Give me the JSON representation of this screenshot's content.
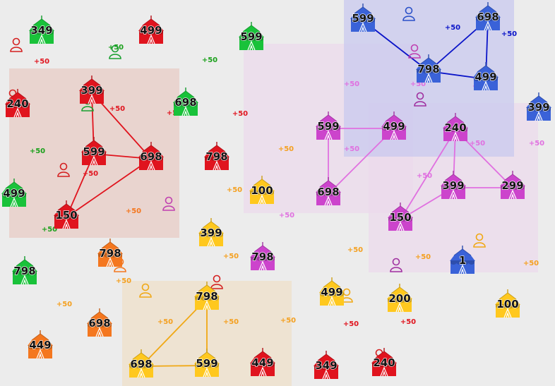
{
  "colors": {
    "red": "#e0141e",
    "green": "#19c23a",
    "blue": "#3a62d8",
    "purple": "#cc44cc",
    "yellow": "#ffc81e",
    "orange": "#f4771f",
    "board": "#ececec"
  },
  "zones": [
    {
      "id": "red-zone",
      "fill": "#e8c8c0",
      "opacity": 0.65
    },
    {
      "id": "purple-zone-a",
      "fill": "#ecd8ec",
      "opacity": 0.65
    },
    {
      "id": "purple-zone-b",
      "fill": "#ecd8ec",
      "opacity": 0.65
    },
    {
      "id": "blue-zone",
      "fill": "#c8c8f0",
      "opacity": 0.7
    },
    {
      "id": "yellow-zone",
      "fill": "#f0e0c8",
      "opacity": 0.7
    }
  ],
  "tents": [
    {
      "id": "t01",
      "color": "green",
      "value": "349"
    },
    {
      "id": "t02",
      "color": "red",
      "value": "499"
    },
    {
      "id": "t03",
      "color": "green",
      "value": "599"
    },
    {
      "id": "t04",
      "color": "blue",
      "value": "599"
    },
    {
      "id": "t05",
      "color": "blue",
      "value": "698"
    },
    {
      "id": "t06",
      "color": "blue",
      "value": "798"
    },
    {
      "id": "t07",
      "color": "blue",
      "value": "499"
    },
    {
      "id": "t08",
      "color": "red",
      "value": "399"
    },
    {
      "id": "t09",
      "color": "red",
      "value": "240"
    },
    {
      "id": "t10",
      "color": "green",
      "value": "698"
    },
    {
      "id": "t11",
      "color": "purple",
      "value": "599"
    },
    {
      "id": "t12",
      "color": "purple",
      "value": "499"
    },
    {
      "id": "t13",
      "color": "purple",
      "value": "240"
    },
    {
      "id": "t14",
      "color": "blue",
      "value": "399"
    },
    {
      "id": "t15",
      "color": "red",
      "value": "599"
    },
    {
      "id": "t16",
      "color": "red",
      "value": "698"
    },
    {
      "id": "t17",
      "color": "red",
      "value": "798"
    },
    {
      "id": "t18",
      "color": "yellow",
      "value": "100"
    },
    {
      "id": "t19",
      "color": "purple",
      "value": "698"
    },
    {
      "id": "t20",
      "color": "purple",
      "value": "399"
    },
    {
      "id": "t21",
      "color": "purple",
      "value": "299"
    },
    {
      "id": "t22",
      "color": "green",
      "value": "499"
    },
    {
      "id": "t23",
      "color": "red",
      "value": "150"
    },
    {
      "id": "t24",
      "color": "purple",
      "value": "150"
    },
    {
      "id": "t25",
      "color": "yellow",
      "value": "399"
    },
    {
      "id": "t26",
      "color": "orange",
      "value": "798"
    },
    {
      "id": "t27",
      "color": "purple",
      "value": "798"
    },
    {
      "id": "t28",
      "color": "blue",
      "value": "1"
    },
    {
      "id": "t29",
      "color": "green",
      "value": "798"
    },
    {
      "id": "t30",
      "color": "yellow",
      "value": "798"
    },
    {
      "id": "t31",
      "color": "yellow",
      "value": "499"
    },
    {
      "id": "t32",
      "color": "yellow",
      "value": "200"
    },
    {
      "id": "t33",
      "color": "yellow",
      "value": "100"
    },
    {
      "id": "t34",
      "color": "orange",
      "value": "698"
    },
    {
      "id": "t35",
      "color": "orange",
      "value": "449"
    },
    {
      "id": "t36",
      "color": "yellow",
      "value": "698"
    },
    {
      "id": "t37",
      "color": "yellow",
      "value": "599"
    },
    {
      "id": "t38",
      "color": "red",
      "value": "449"
    },
    {
      "id": "t39",
      "color": "red",
      "value": "349"
    },
    {
      "id": "t40",
      "color": "red",
      "value": "240"
    }
  ],
  "links": [
    {
      "from": "t08",
      "to": "t15",
      "color": "#e0141e"
    },
    {
      "from": "t08",
      "to": "t16",
      "color": "#e0141e"
    },
    {
      "from": "t15",
      "to": "t16",
      "color": "#e0141e"
    },
    {
      "from": "t15",
      "to": "t23",
      "color": "#e0141e"
    },
    {
      "from": "t16",
      "to": "t23",
      "color": "#e0141e"
    },
    {
      "from": "t04",
      "to": "t06",
      "color": "#0a14c8"
    },
    {
      "from": "t06",
      "to": "t05",
      "color": "#0a14c8"
    },
    {
      "from": "t06",
      "to": "t07",
      "color": "#0a14c8"
    },
    {
      "from": "t05",
      "to": "t07",
      "color": "#0a14c8"
    },
    {
      "from": "t11",
      "to": "t12",
      "color": "#e070e0"
    },
    {
      "from": "t11",
      "to": "t19",
      "color": "#e070e0"
    },
    {
      "from": "t12",
      "to": "t19",
      "color": "#e070e0"
    },
    {
      "from": "t13",
      "to": "t20",
      "color": "#e070e0"
    },
    {
      "from": "t13",
      "to": "t21",
      "color": "#e070e0"
    },
    {
      "from": "t13",
      "to": "t24",
      "color": "#e070e0"
    },
    {
      "from": "t20",
      "to": "t21",
      "color": "#e070e0"
    },
    {
      "from": "t20",
      "to": "t24",
      "color": "#e070e0"
    },
    {
      "from": "t30",
      "to": "t36",
      "color": "#f0a814"
    },
    {
      "from": "t30",
      "to": "t37",
      "color": "#f0a814"
    },
    {
      "from": "t36",
      "to": "t37",
      "color": "#f0a814"
    }
  ],
  "people": [
    {
      "id": "p01",
      "color": "#d42020"
    },
    {
      "id": "p02",
      "color": "#19a030"
    },
    {
      "id": "p03",
      "color": "#2a50c8"
    },
    {
      "id": "p04",
      "color": "#c040b0"
    },
    {
      "id": "p05",
      "color": "#d42020"
    },
    {
      "id": "p06",
      "color": "#19a030"
    },
    {
      "id": "p07",
      "color": "#d42020"
    },
    {
      "id": "p08",
      "color": "#a030a0"
    },
    {
      "id": "p09",
      "color": "#c040b0"
    },
    {
      "id": "p10",
      "color": "#f0a814"
    },
    {
      "id": "p11",
      "color": "#a030a0"
    },
    {
      "id": "p12",
      "color": "#f4771f"
    },
    {
      "id": "p13",
      "color": "#f0a814"
    },
    {
      "id": "p14",
      "color": "#d42020"
    },
    {
      "id": "p15",
      "color": "#f0a814"
    },
    {
      "id": "p16",
      "color": "#d42020"
    }
  ],
  "bonuses": [
    {
      "text": "+50",
      "color": "#e0141e"
    },
    {
      "text": "+50",
      "color": "#1aa01a"
    },
    {
      "text": "+50",
      "color": "#e0141e"
    },
    {
      "text": "+50",
      "color": "#1aa01a"
    },
    {
      "text": "+50",
      "color": "#e0141e"
    },
    {
      "text": "+50",
      "color": "#e0141e"
    },
    {
      "text": "+50",
      "color": "#1aa01a"
    },
    {
      "text": "+50",
      "color": "#e0141e"
    },
    {
      "text": "+50",
      "color": "#1aa01a"
    },
    {
      "text": "+50",
      "color": "#f4771f"
    },
    {
      "text": "+50",
      "color": "#0a14c8"
    },
    {
      "text": "+50",
      "color": "#0a14c8"
    },
    {
      "text": "+50",
      "color": "#e070e0"
    },
    {
      "text": "+50",
      "color": "#e070e0"
    },
    {
      "text": "+50",
      "color": "#e070e0"
    },
    {
      "text": "+50",
      "color": "#e070e0"
    },
    {
      "text": "+50",
      "color": "#e070e0"
    },
    {
      "text": "+50",
      "color": "#e070e0"
    },
    {
      "text": "+50",
      "color": "#e070e0"
    },
    {
      "text": "+50",
      "color": "#e070e0"
    },
    {
      "text": "+50",
      "color": "#f4a020"
    },
    {
      "text": "+50",
      "color": "#f4a020"
    },
    {
      "text": "+50",
      "color": "#f4a020"
    },
    {
      "text": "+50",
      "color": "#f4a020"
    },
    {
      "text": "+50",
      "color": "#f4a020"
    },
    {
      "text": "+50",
      "color": "#f4a020"
    },
    {
      "text": "+50",
      "color": "#f4a020"
    },
    {
      "text": "+50",
      "color": "#f4a020"
    },
    {
      "text": "+50",
      "color": "#f4a020"
    },
    {
      "text": "+50",
      "color": "#f4a020"
    },
    {
      "text": "+50",
      "color": "#f4a020"
    },
    {
      "text": "+50",
      "color": "#e0141e"
    },
    {
      "text": "+50",
      "color": "#e0141e"
    },
    {
      "text": "+50",
      "color": "#e0141e"
    }
  ]
}
